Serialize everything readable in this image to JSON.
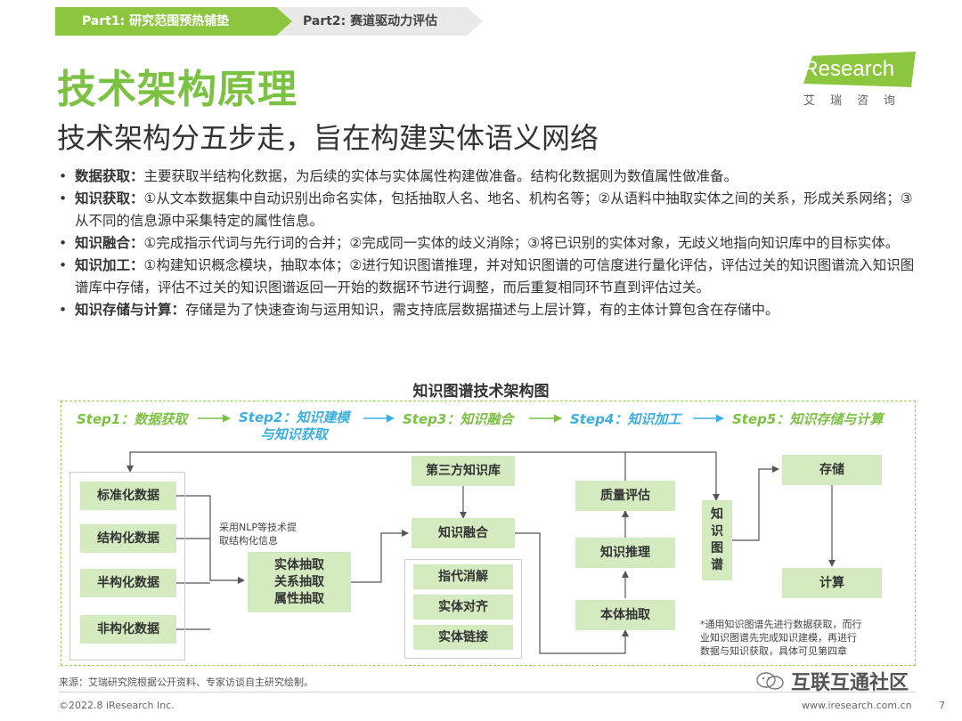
{
  "tabs": [
    "Part1: 研究范围预热铺垫",
    "Part2: 赛道驱动力评估"
  ],
  "title": "技术架构原理",
  "subtitle": "技术架构分五步走，旨在构建实体语义网络",
  "logo": {
    "brand": "iResearch",
    "cn": "艾瑞咨询"
  },
  "bullets": [
    {
      "term": "数据获取：",
      "text": "主要获取半结构化数据，为后续的实体与实体属性构建做准备。结构化数据则为数值属性做准备。"
    },
    {
      "term": "知识获取：",
      "text": "①从文本数据集中自动识别出命名实体，包括抽取人名、地名、机构名等；②从语料中抽取实体之间的关系，形成关系网络；③从不同的信息源中采集特定的属性信息。"
    },
    {
      "term": "知识融合：",
      "text": "①完成指示代词与先行词的合并；②完成同一实体的歧义消除；③将已识别的实体对象，无歧义地指向知识库中的目标实体。"
    },
    {
      "term": "知识加工：",
      "text": "①构建知识概念模块，抽取本体；②进行知识图谱推理，并对知识图谱的可信度进行量化评估，评估过关的知识图谱流入知识图谱库中存储，评估不过关的知识图谱返回一开始的数据环节进行调整，而后重复相同环节直到评估过关。"
    },
    {
      "term": "知识存储与计算：",
      "text": "存储是为了快速查询与运用知识，需支持底层数据描述与上层计算，有的主体计算包含在存储中。"
    }
  ],
  "diagram": {
    "title": "知识图谱技术架构图",
    "steps": [
      "Step1：数据获取",
      "Step2：知识建模",
      "与知识获取",
      "Step3：知识融合",
      "Step4：知识加工",
      "Step5：知识存储与计算"
    ],
    "data_boxes": [
      "标准化数据",
      "结构化数据",
      "半构化数据",
      "非构化数据"
    ],
    "nlp_note": [
      "采用NLP等技术提",
      "取结构化信息"
    ],
    "extract_lines": [
      "实体抽取",
      "关系抽取",
      "属性抽取"
    ],
    "third_party": "第三方知识库",
    "fusion": "知识融合",
    "fusion_sub": [
      "指代消解",
      "实体对齐",
      "实体链接"
    ],
    "quality": "质量评估",
    "reasoning": "知识推理",
    "ontology": "本体抽取",
    "kg_chars": [
      "知",
      "识",
      "图",
      "谱"
    ],
    "storage": "存储",
    "compute": "计算",
    "footnote": [
      "*通用知识图谱先进行数据获取，而行",
      "业知识图谱先完成知识建模，再进行",
      "数据与知识获取，具体可见第四章"
    ]
  },
  "footer": {
    "source": "来源：艾瑞研究院根据公开资料、专家访谈自主研究绘制。",
    "copyright": "©2022.8 iResearch Inc.",
    "website": "www.iresearch.com.cn",
    "page": "7",
    "watermark": "互联互通社区"
  }
}
